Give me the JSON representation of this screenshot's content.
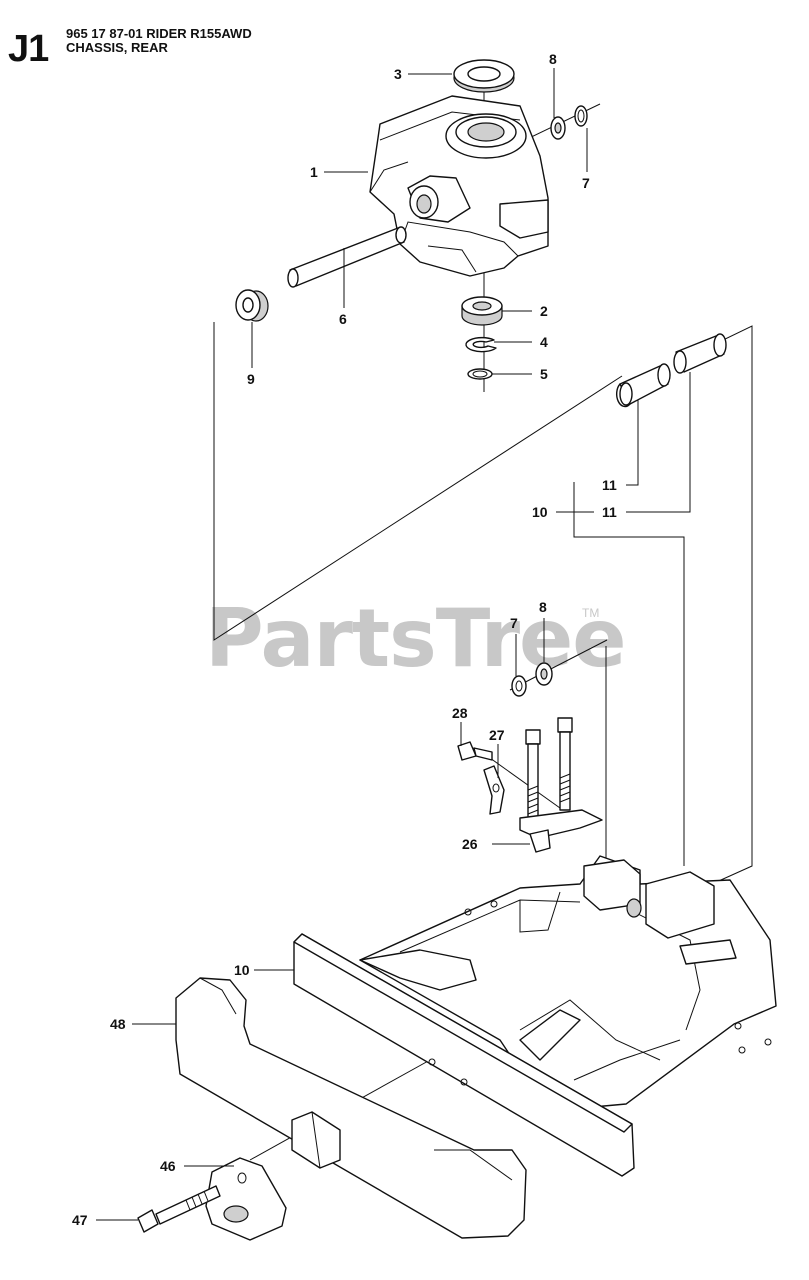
{
  "header": {
    "section": "J1",
    "model_line": "965 17 87-01 RIDER R155AWD",
    "subtitle": "CHASSIS, REAR"
  },
  "watermark": {
    "brand": "PartsTree",
    "tm": "TM"
  },
  "callouts": {
    "p1": "1",
    "p2": "2",
    "p3": "3",
    "p4": "4",
    "p5": "5",
    "p6": "6",
    "p7a": "7",
    "p7b": "7",
    "p8a": "8",
    "p8b": "8",
    "p9": "9",
    "p10a": "10",
    "p10b": "10",
    "p11a": "11",
    "p11b": "11",
    "p26": "26",
    "p27": "27",
    "p28": "28",
    "p46": "46",
    "p47": "47",
    "p48": "48"
  }
}
